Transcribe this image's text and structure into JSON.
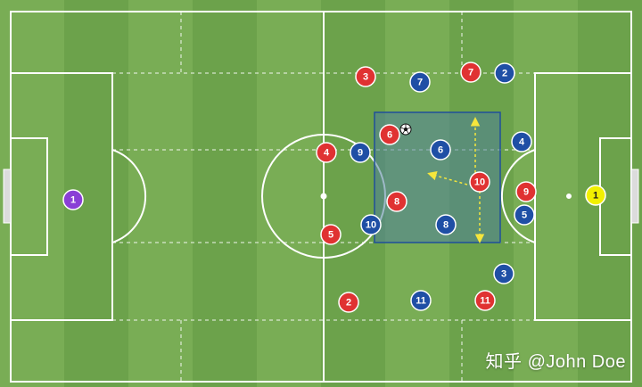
{
  "pitch": {
    "stripe_light": "#79ad55",
    "stripe_dark": "#6ca24b",
    "line_color": "#ffffff",
    "zone_fill": "#4f7f9a",
    "zone_stroke": "#1f4f9a",
    "arrow_color": "#f5e63c"
  },
  "teams": {
    "red": {
      "color": "#e03232"
    },
    "blue": {
      "color": "#1f4fa5"
    },
    "gk_left": {
      "color": "#8a3fd6"
    },
    "gk_right": {
      "color": "#f2f000"
    }
  },
  "players": [
    {
      "team": "gk_left",
      "number": "1",
      "name": "goalkeeper-left"
    },
    {
      "team": "red",
      "number": "3",
      "name": "red-player-3"
    },
    {
      "team": "red",
      "number": "7",
      "name": "red-player-7"
    },
    {
      "team": "red",
      "number": "6",
      "name": "red-player-6"
    },
    {
      "team": "red",
      "number": "4",
      "name": "red-player-4"
    },
    {
      "team": "red",
      "number": "10",
      "name": "red-player-10"
    },
    {
      "team": "red",
      "number": "9",
      "name": "red-player-9"
    },
    {
      "team": "red",
      "number": "8",
      "name": "red-player-8"
    },
    {
      "team": "red",
      "number": "5",
      "name": "red-player-5"
    },
    {
      "team": "red",
      "number": "2",
      "name": "red-player-2"
    },
    {
      "team": "red",
      "number": "11",
      "name": "red-player-11"
    },
    {
      "team": "blue",
      "number": "7",
      "name": "blue-player-7"
    },
    {
      "team": "blue",
      "number": "2",
      "name": "blue-player-2"
    },
    {
      "team": "blue",
      "number": "9",
      "name": "blue-player-9"
    },
    {
      "team": "blue",
      "number": "6",
      "name": "blue-player-6"
    },
    {
      "team": "blue",
      "number": "4",
      "name": "blue-player-4"
    },
    {
      "team": "blue",
      "number": "10",
      "name": "blue-player-10"
    },
    {
      "team": "blue",
      "number": "8",
      "name": "blue-player-8"
    },
    {
      "team": "blue",
      "number": "5",
      "name": "blue-player-5"
    },
    {
      "team": "blue",
      "number": "3",
      "name": "blue-player-3"
    },
    {
      "team": "blue",
      "number": "11",
      "name": "blue-player-11"
    },
    {
      "team": "gk_right",
      "number": "1",
      "name": "goalkeeper-right"
    }
  ],
  "ball": {
    "icon": "football-icon"
  },
  "watermark": "知乎 @John Doe"
}
